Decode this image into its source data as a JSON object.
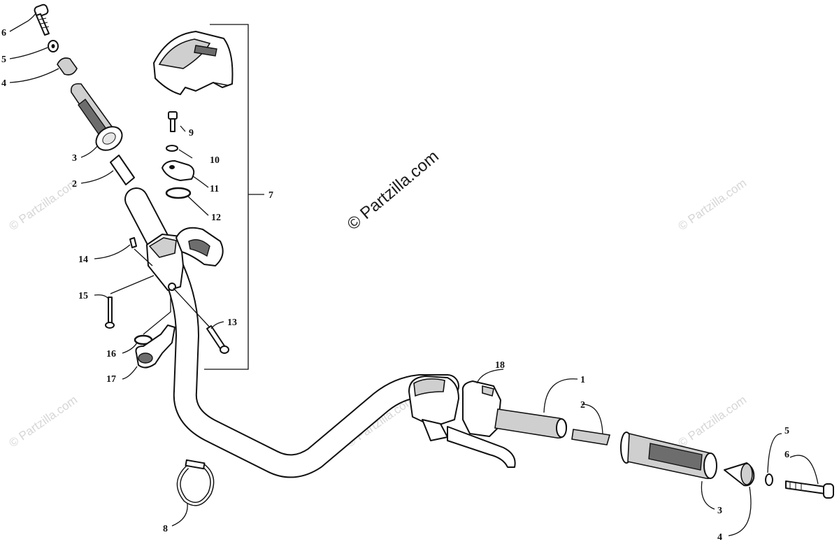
{
  "watermark": {
    "main": "© Partzilla.com",
    "faint": "© Partzilla.com"
  },
  "callouts": [
    {
      "id": "c6a",
      "text": "6"
    },
    {
      "id": "c5a",
      "text": "5"
    },
    {
      "id": "c4a",
      "text": "4"
    },
    {
      "id": "c3a",
      "text": "3"
    },
    {
      "id": "c2a",
      "text": "2"
    },
    {
      "id": "c9",
      "text": "9"
    },
    {
      "id": "c10",
      "text": "10"
    },
    {
      "id": "c11",
      "text": "11"
    },
    {
      "id": "c12",
      "text": "12"
    },
    {
      "id": "c7",
      "text": "7"
    },
    {
      "id": "c14",
      "text": "14"
    },
    {
      "id": "c15",
      "text": "15"
    },
    {
      "id": "c13",
      "text": "13"
    },
    {
      "id": "c16",
      "text": "16"
    },
    {
      "id": "c17",
      "text": "17"
    },
    {
      "id": "c18",
      "text": "18"
    },
    {
      "id": "c1",
      "text": "1"
    },
    {
      "id": "c2b",
      "text": "2"
    },
    {
      "id": "c5b",
      "text": "5"
    },
    {
      "id": "c6b",
      "text": "6"
    },
    {
      "id": "c3b",
      "text": "3"
    },
    {
      "id": "c4b",
      "text": "4"
    },
    {
      "id": "c8",
      "text": "8"
    }
  ]
}
